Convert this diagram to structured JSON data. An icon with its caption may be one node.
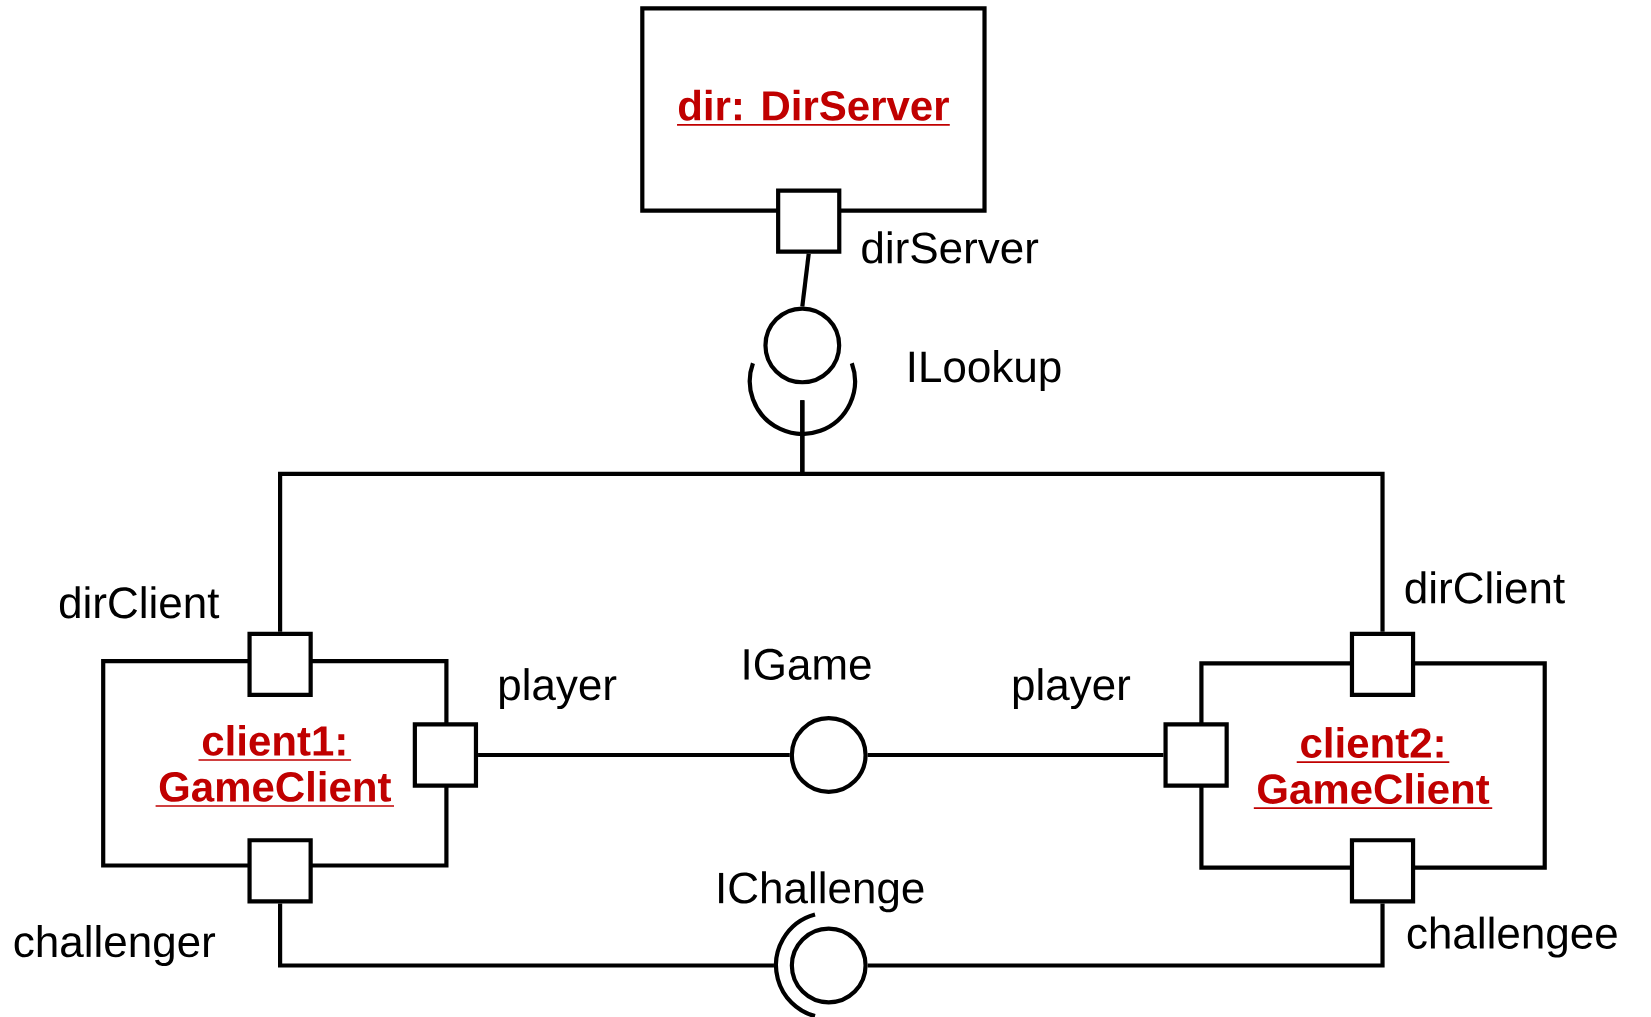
{
  "diagram": {
    "nodes": [
      {
        "text": [
          "dir: DirServer"
        ]
      },
      {
        "text": [],
        "shape": "box",
        "beside": [
          "dirServer"
        ]
      },
      {
        "text": [],
        "shape": "circle",
        "beside": [
          "ILookup"
        ]
      },
      {
        "text": [
          "client1: GameClient"
        ]
      },
      {
        "text": [],
        "shape": "box",
        "beside": [
          "dirClient"
        ]
      },
      {
        "text": [],
        "shape": "box",
        "beside": [
          "player"
        ]
      },
      {
        "text": [],
        "shape": "box",
        "beside": [
          "challenger"
        ]
      },
      {
        "text": [],
        "shape": "circle",
        "beside": [
          "IGame"
        ]
      },
      {
        "text": [
          "client2: GameClient"
        ]
      },
      {
        "text": [],
        "shape": "box",
        "beside": [
          "dirClient"
        ]
      },
      {
        "text": [],
        "shape": "box",
        "beside": [
          "player"
        ]
      },
      {
        "text": [],
        "shape": "box",
        "beside": [
          "challengee"
        ]
      },
      {
        "text": [],
        "shape": "circle",
        "beside": [
          "IChallenge"
        ]
      }
    ],
    "edges": [
      {
        "from": 1,
        "to": 2,
        "arrow": "none"
      },
      {
        "from": 2,
        "to": 4,
        "arrow": "none"
      },
      {
        "from": 2,
        "to": 9,
        "arrow": "none"
      },
      {
        "from": 5,
        "to": 7,
        "arrow": "none"
      },
      {
        "from": 7,
        "to": 10,
        "arrow": "none"
      },
      {
        "from": 6,
        "to": 12,
        "arrow": "none"
      },
      {
        "from": 12,
        "to": 11,
        "arrow": "none"
      }
    ]
  }
}
